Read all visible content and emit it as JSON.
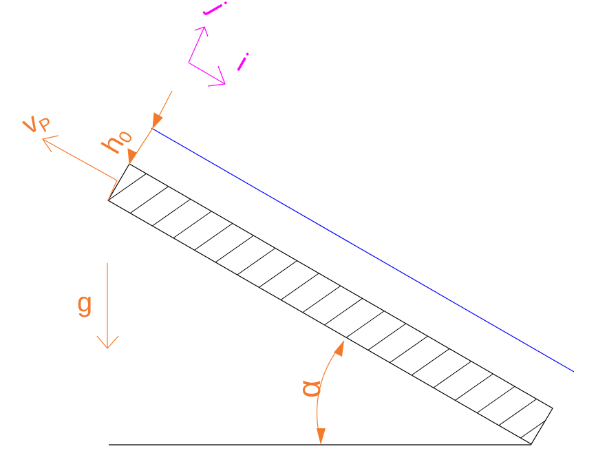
{
  "labels": {
    "velocity": "v",
    "velocity_subscript": "P",
    "height": "h",
    "height_subscript": "0",
    "gravity": "g",
    "angle": "α",
    "axis_i": "i",
    "axis_j": "j"
  },
  "colors": {
    "annotation": "#f4792b",
    "axes": "#ff00ff",
    "surface_line": "#0000ff",
    "structure": "#000000"
  }
}
